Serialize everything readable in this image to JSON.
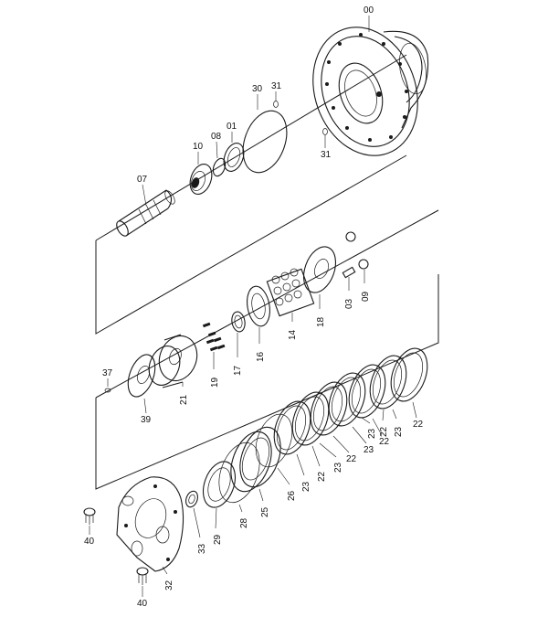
{
  "diagram": {
    "labels": [
      {
        "key": "p00",
        "text": "00"
      },
      {
        "key": "p30",
        "text": "30"
      },
      {
        "key": "p31a",
        "text": "31"
      },
      {
        "key": "p31b",
        "text": "31"
      },
      {
        "key": "p01",
        "text": "01"
      },
      {
        "key": "p08",
        "text": "08"
      },
      {
        "key": "p10",
        "text": "10"
      },
      {
        "key": "p07",
        "text": "07"
      },
      {
        "key": "p03",
        "text": "03"
      },
      {
        "key": "p09",
        "text": "09"
      },
      {
        "key": "p18",
        "text": "18"
      },
      {
        "key": "p14",
        "text": "14"
      },
      {
        "key": "p16",
        "text": "16"
      },
      {
        "key": "p17",
        "text": "17"
      },
      {
        "key": "p19",
        "text": "19"
      },
      {
        "key": "p21",
        "text": "21"
      },
      {
        "key": "p37",
        "text": "37"
      },
      {
        "key": "p39",
        "text": "39"
      },
      {
        "key": "p22a",
        "text": "22"
      },
      {
        "key": "p23a",
        "text": "23"
      },
      {
        "key": "p22b",
        "text": "22"
      },
      {
        "key": "p23b",
        "text": "23"
      },
      {
        "key": "p22c",
        "text": "22"
      },
      {
        "key": "p23c",
        "text": "23"
      },
      {
        "key": "p22d",
        "text": "22"
      },
      {
        "key": "p23d",
        "text": "23"
      },
      {
        "key": "p22e",
        "text": "22"
      },
      {
        "key": "p23e",
        "text": "23"
      },
      {
        "key": "p26",
        "text": "26"
      },
      {
        "key": "p25",
        "text": "25"
      },
      {
        "key": "p28",
        "text": "28"
      },
      {
        "key": "p29",
        "text": "29"
      },
      {
        "key": "p33",
        "text": "33"
      },
      {
        "key": "p32",
        "text": "32"
      },
      {
        "key": "p40a",
        "text": "40"
      },
      {
        "key": "p40b",
        "text": "40"
      }
    ]
  }
}
